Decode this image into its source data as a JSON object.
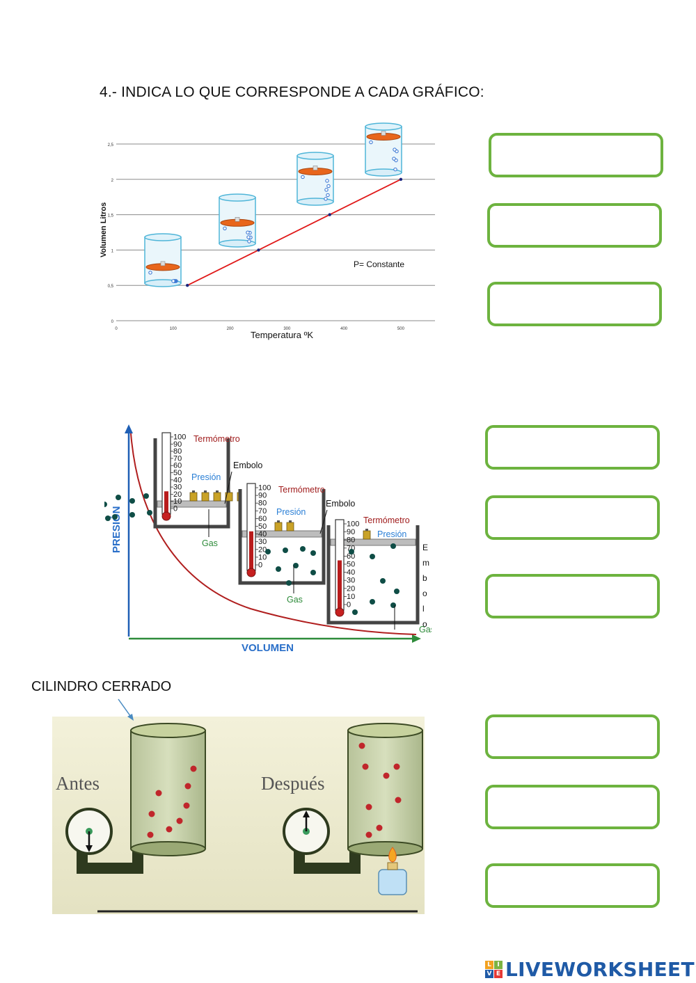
{
  "title": "4.- INDICA LO QUE CORRESPONDE A CADA GRÁFICO:",
  "figure1": {
    "ylabel": "Volumen Litros",
    "xlabel": "Temperatura ºK",
    "annotation": "P= Constante",
    "y_ticks": [
      "0",
      "0,5",
      "1",
      "1,5",
      "2",
      "2,5"
    ],
    "x_ticks": [
      "0",
      "100",
      "200",
      "300",
      "400",
      "500"
    ],
    "line_color": "#e01818"
  },
  "chart_data": {
    "type": "line",
    "x": [
      125,
      250,
      375,
      500
    ],
    "y": [
      0.5,
      1.0,
      1.5,
      2.0
    ],
    "xlabel": "Temperatura ºK",
    "ylabel": "Volumen Litros",
    "xlim": [
      0,
      560
    ],
    "ylim": [
      0,
      2.5
    ],
    "annotations": [
      "P= Constante"
    ],
    "grid": true
  },
  "figure2": {
    "ylabel": "PRESIÓN",
    "xlabel": "VOLUMEN",
    "containers": [
      {
        "thermometer": "Termómetro",
        "pressure": "Presión",
        "piston": "Embolo",
        "gas": "Gas"
      },
      {
        "thermometer": "Termómetro",
        "pressure": "Presión",
        "piston": "Embolo",
        "gas": "Gas"
      },
      {
        "thermometer": "Termómetro",
        "pressure": "Presión",
        "piston": "E m b o l o",
        "gas": "Gas"
      }
    ],
    "scale": [
      "100",
      "90",
      "80",
      "70",
      "60",
      "50",
      "40",
      "30",
      "20",
      "10",
      "0"
    ]
  },
  "figure3": {
    "label": "CILINDRO CERRADO",
    "before": "Antes",
    "after": "Después"
  },
  "answer_boxes_count": 9,
  "brand": {
    "name": "LIVEWORKSHEETS",
    "color": "#1f5aa6",
    "grid_letters": [
      "L",
      "I",
      "V",
      "E"
    ],
    "grid_colors": [
      "#f2a11f",
      "#7cb342",
      "#1f5aa6",
      "#e53935"
    ]
  },
  "accent": "#6db33f"
}
